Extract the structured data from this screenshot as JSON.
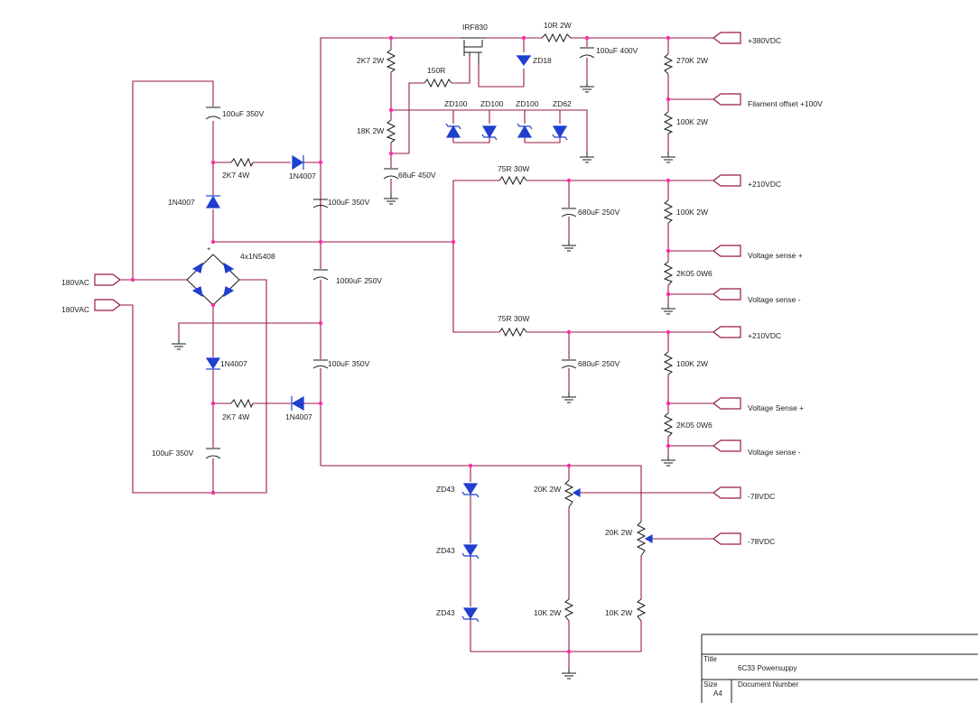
{
  "colors": {
    "wire": "#9a1a40",
    "diode": "#1f3fcf",
    "component": "#1a1a1a",
    "junction": "#ff2aa8",
    "text": "#222222"
  },
  "labels": {
    "irf830": "IRF830",
    "r10r": "10R 2W",
    "c100_400": "100uF 400V",
    "r2k7_2w": "2K7 2W",
    "zd18": "ZD18",
    "r150": "150R",
    "zd100a": "ZD100",
    "zd100b": "ZD100",
    "zd100c": "ZD100",
    "zd62": "ZD62",
    "r18k": "18K 2W",
    "c68": "68uF 450V",
    "r270k": "270K 2W",
    "r100k_top": "100K 2W",
    "c100_350_top": "100uF 350V",
    "r2k7_4w_top": "2K7 4W",
    "d_top": "1N4007",
    "d_left_top": "1N4007",
    "c100_350_mid": "100uF 350V",
    "bridge": "4x1N5408",
    "plus": "+",
    "c1000": "1000uF 250V",
    "r75_a": "75R 30W",
    "c680_a": "680uF 250V",
    "r100k_a": "100K 2W",
    "r2k05_a": "2K05 0W6",
    "r75_b": "75R 30W",
    "c680_b": "680uF 250V",
    "r100k_b": "100K 2W",
    "r2k05_b": "2K05 0W6",
    "d_left_bot": "1N4007",
    "c100_350_bot": "100uF 350V",
    "r2k7_4w_bot": "2K7 4W",
    "d_bot": "1N4007",
    "c100_350_left": "100uF 350V",
    "zd43_a": "ZD43",
    "zd43_b": "ZD43",
    "zd43_c": "ZD43",
    "pot_a": "20K 2W",
    "pot_b": "20K 2W",
    "r10k_a": "10K 2W",
    "r10k_b": "10K 2W"
  },
  "ports": {
    "v380": "+380VDC",
    "filament": "Filament offset +100V",
    "v210_a": "+210VDC",
    "vsense_plus_a": "Voltage sense +",
    "vsense_minus_a": "Voltage sense -",
    "v210_b": "+210VDC",
    "vsense_plus_b": "Voltage Sense +",
    "vsense_minus_b": "Voltage sense -",
    "neg78_a": "-78VDC",
    "neg78_b": "-78VDC",
    "ac_a": "180VAC",
    "ac_b": "180VAC"
  },
  "title_block": {
    "title_caption": "Title",
    "title_value": "6C33 Powersuppy",
    "size_caption": "Size",
    "size_value": "A4",
    "docnum_caption": "Document Number"
  }
}
